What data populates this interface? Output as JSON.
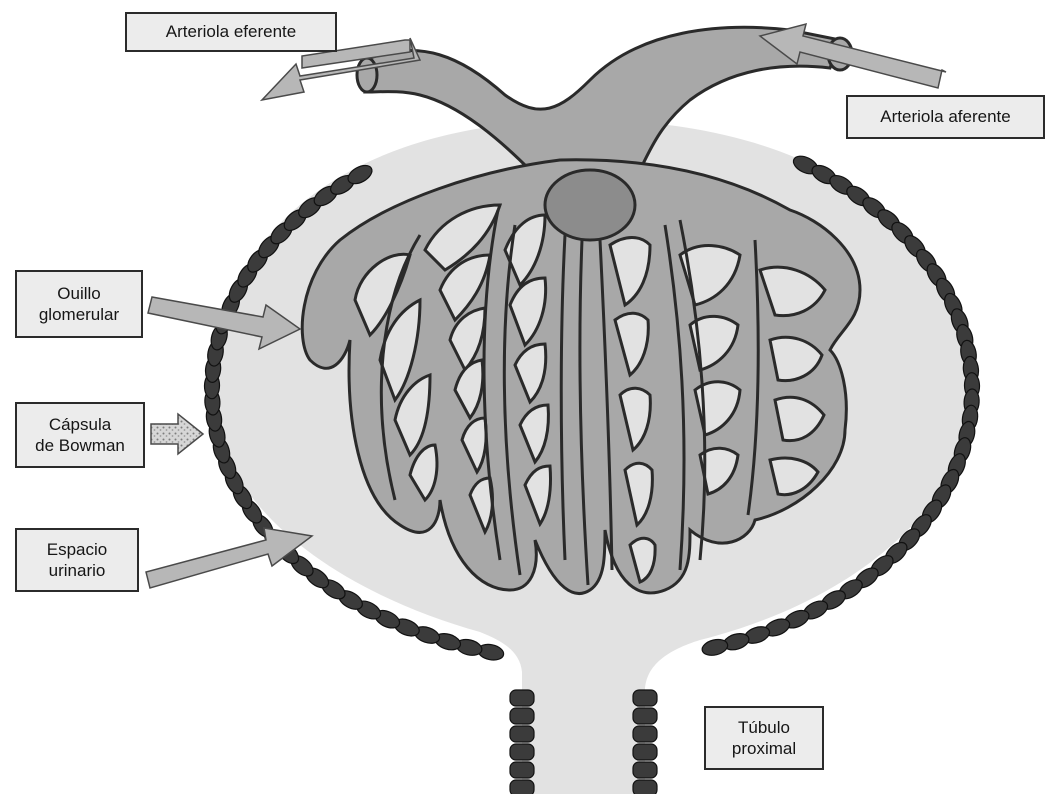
{
  "diagram": {
    "labels": {
      "arteriola_eferente": "Arteriola eferente",
      "arteriola_aferente": "Arteriola aferente",
      "ovillo_glomerular": [
        "Ouillo",
        "glomerular"
      ],
      "capsula_bowman": [
        "Cápsula",
        "de Bowman"
      ],
      "espacio_urinario": [
        "Espacio",
        "urinario"
      ],
      "tubulo_proximal": [
        "Túbulo",
        "proximal"
      ]
    },
    "colors": {
      "capillary_fill": "#a8a8a8",
      "capillary_stroke": "#2a2a2a",
      "urinary_space": "#e2e2e2",
      "bowman_cell": "#3b3b3b",
      "arrow_fill": "#b7b7b7",
      "label_background": "#ececec"
    },
    "icons": [
      "pointer-arrow-icon",
      "textured-pointer-arrow-icon"
    ]
  }
}
